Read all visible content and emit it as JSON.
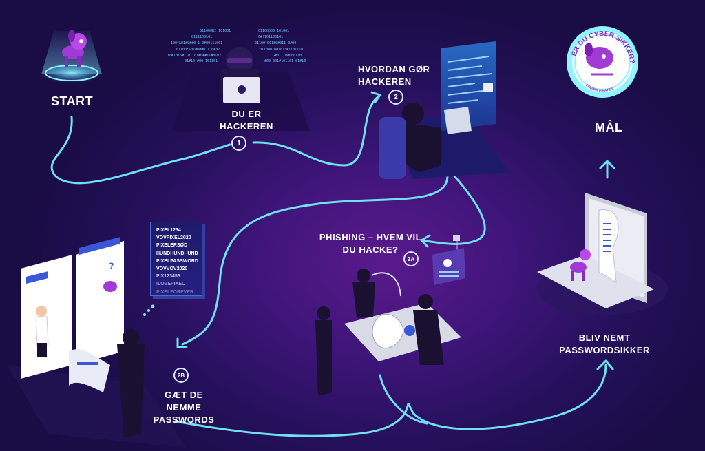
{
  "labels": {
    "start": "START",
    "step1": "DU ER\nHACKEREN",
    "step2": "HVORDAN GØR\nHACKEREN",
    "goal": "MÅL",
    "step2a": "PHISHING – HVEM VIL\nDU HACKE?",
    "step2b": "GÆT DE NEMME\nPASSWORDS",
    "final": "BLIV NEMT\nPASSWORDSIKKER"
  },
  "step_numbers": {
    "s1": "1",
    "s2": "2",
    "s2a": "2A",
    "s2b": "2B"
  },
  "password_list": [
    "PIXEL1234",
    "VOVPIXEL2020",
    "PIXELERSØD",
    "HUNDHUNDHUND",
    "PIXELPASSWORD",
    "VOVVOV2020",
    "PIX123456",
    "ILOVEPIXEL",
    "PIXELFOREVER"
  ],
  "badge": {
    "title": "ER DU CYBER SIKKER?",
    "subtitle": "CODING PIRATES"
  },
  "colors": {
    "path": "#6fe0f0",
    "accent": "#a13ad6",
    "background": "#2a1060",
    "monitor": "#6fc3ff"
  }
}
